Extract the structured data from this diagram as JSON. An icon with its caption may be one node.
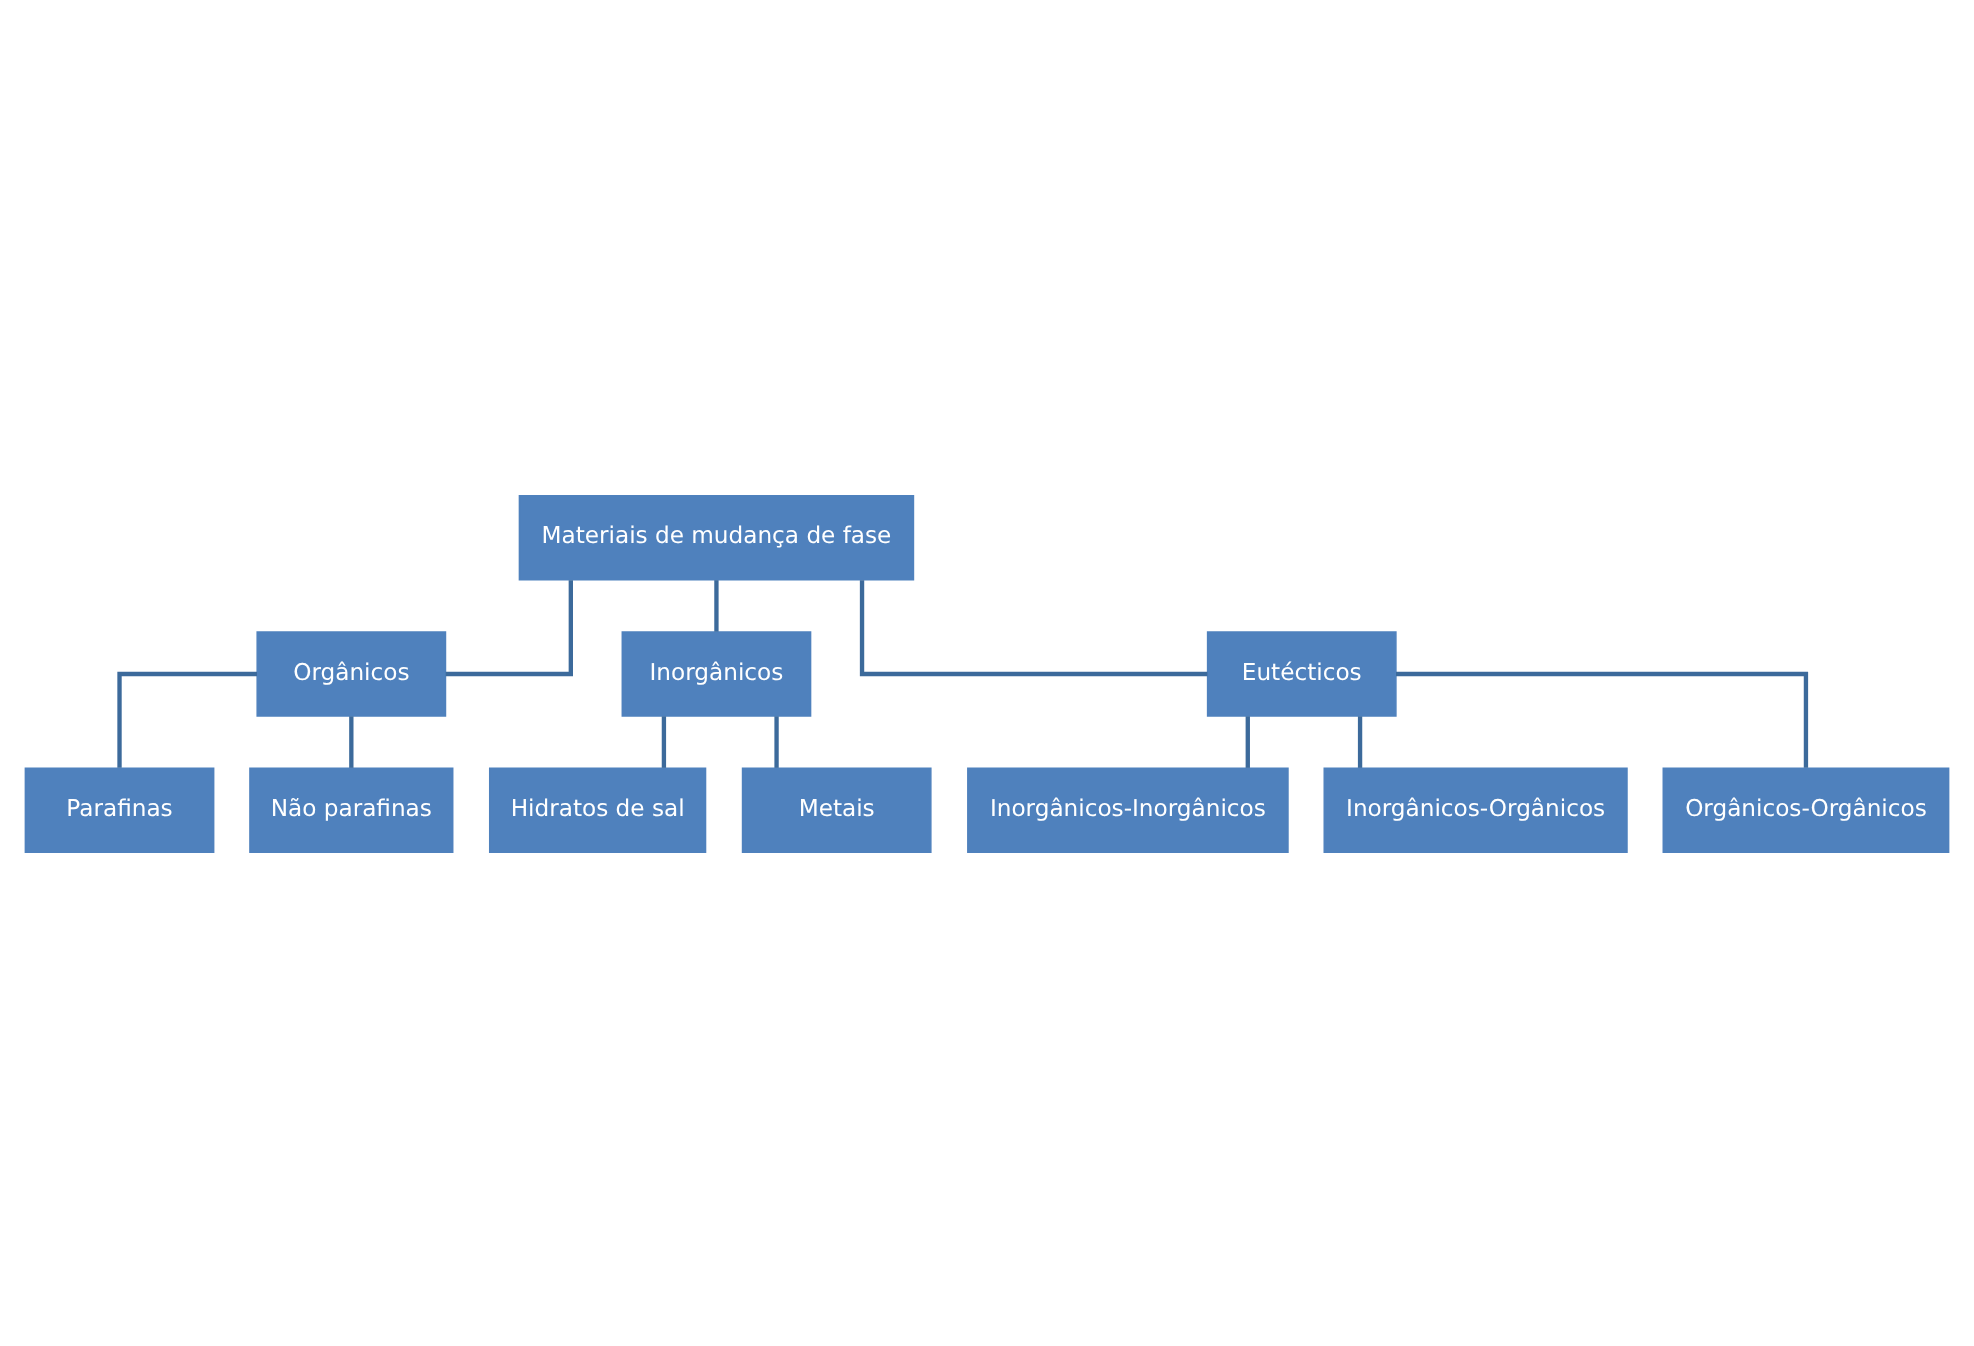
{
  "diagram": {
    "nodes": [
      {
        "text": [
          "Materiais de mudança de fase"
        ]
      },
      {
        "text": [
          "Orgânicos"
        ]
      },
      {
        "text": [
          "Inorgânicos"
        ]
      },
      {
        "text": [
          "Eutécticos"
        ]
      },
      {
        "text": [
          "Parafinas"
        ]
      },
      {
        "text": [
          "Não parafinas"
        ]
      },
      {
        "text": [
          "Hidratos de sal"
        ]
      },
      {
        "text": [
          "Metais"
        ]
      },
      {
        "text": [
          "Inorgânicos-Inorgânicos"
        ]
      },
      {
        "text": [
          "Inorgânicos-Orgânicos"
        ]
      },
      {
        "text": [
          "Orgânicos-Orgânicos"
        ]
      }
    ],
    "edges": [
      {
        "from": 0,
        "to": 1,
        "arrow": "none"
      },
      {
        "from": 0,
        "to": 2,
        "arrow": "none"
      },
      {
        "from": 0,
        "to": 3,
        "arrow": "none"
      },
      {
        "from": 1,
        "to": 4,
        "arrow": "none"
      },
      {
        "from": 1,
        "to": 5,
        "arrow": "none"
      },
      {
        "from": 2,
        "to": 6,
        "arrow": "none"
      },
      {
        "from": 2,
        "to": 7,
        "arrow": "none"
      },
      {
        "from": 3,
        "to": 8,
        "arrow": "none"
      },
      {
        "from": 3,
        "to": 9,
        "arrow": "none"
      },
      {
        "from": 3,
        "to": 10,
        "arrow": "none"
      }
    ]
  }
}
